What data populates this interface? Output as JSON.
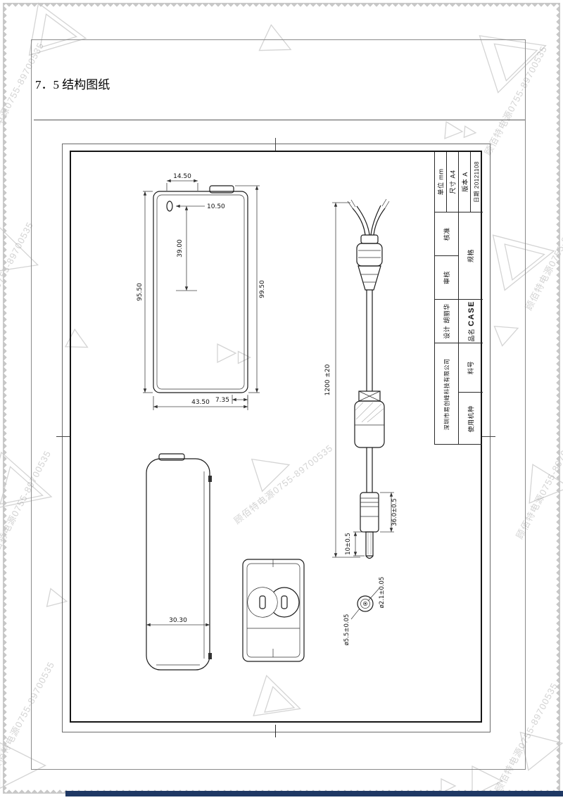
{
  "page": {
    "heading": "7．5 结构图纸",
    "watermark_text": "顾佰特电源0755-89700535"
  },
  "sheet": {
    "front_view": {
      "dim_top_width": "14.50",
      "dim_hole_offset": "10.50",
      "dim_hole_depth": "39.00",
      "dim_height_left": "95.50",
      "dim_height_right": "99.50",
      "dim_bottom_step": "7.35",
      "dim_width": "43.50"
    },
    "side_view": {
      "dim_depth": "30.30"
    },
    "cable_view": {
      "dim_length": "1200 ±20",
      "dim_plug_body": "36.0±0.5",
      "dim_plug_tip": "10±0.5",
      "dim_outer_dia": "ø5.5±0.05",
      "dim_pin_dia": "ø2.1±0.05"
    },
    "title_block": {
      "unit_label": "单位",
      "unit_value": "mm",
      "size_label": "尺寸",
      "size_value": "A4",
      "rev_label": "版本",
      "rev_value": "A",
      "date_label": "日期",
      "date_value": "20121108",
      "approved_label": "核准",
      "checked_label": "审核",
      "spec_label": "规格",
      "designed_label": "设计",
      "designer_name": "胡丽华",
      "product_label": "品名",
      "product_name": "CASE",
      "company_name": "深圳市易创峰科技有限公司",
      "part_no_label": "料号",
      "model_label": "使用机种"
    }
  },
  "colors": {
    "footer_bar": "#1f3864",
    "watermark_gray": "#7d7d7d"
  }
}
